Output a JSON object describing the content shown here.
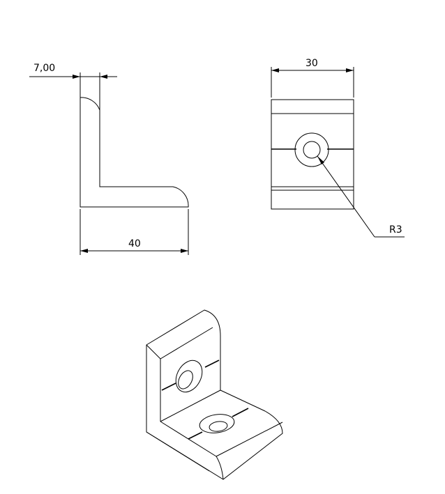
{
  "dimensions": {
    "thickness": "7,00",
    "length": "40",
    "width": "30",
    "hole_radius": "R3"
  }
}
